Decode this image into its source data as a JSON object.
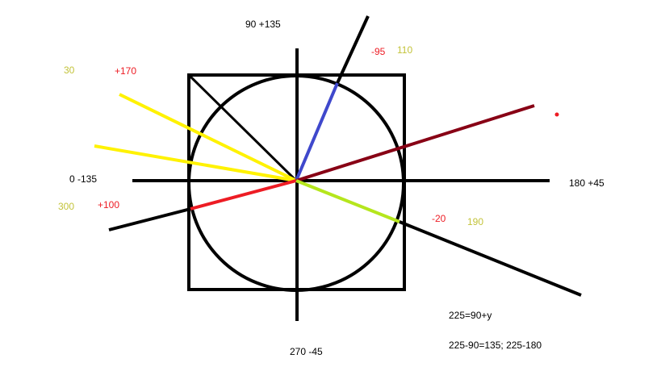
{
  "colors": {
    "black": "#000000",
    "blue": "#3f48cc",
    "dark_red": "#880015",
    "red": "#ed1c24",
    "yellow": "#fff200",
    "lime": "#b5e61d",
    "label_lime": "#c3c33a",
    "label_red": "#ed1c24"
  },
  "axis_labels": {
    "top": "90 +135",
    "bottom": "270 -45",
    "left": "0 -135",
    "right": "180 +45"
  },
  "ray_labels": {
    "yellow_upper_value": "30",
    "yellow_upper_offset": "+170",
    "blue_offset": "-95",
    "blue_value": "110",
    "red_offset": "+100",
    "red_value": "300",
    "lime_offset": "-20",
    "lime_value": "190"
  },
  "notes": {
    "line1": "225=90+y",
    "line2": "225-90=135; 225-180"
  }
}
